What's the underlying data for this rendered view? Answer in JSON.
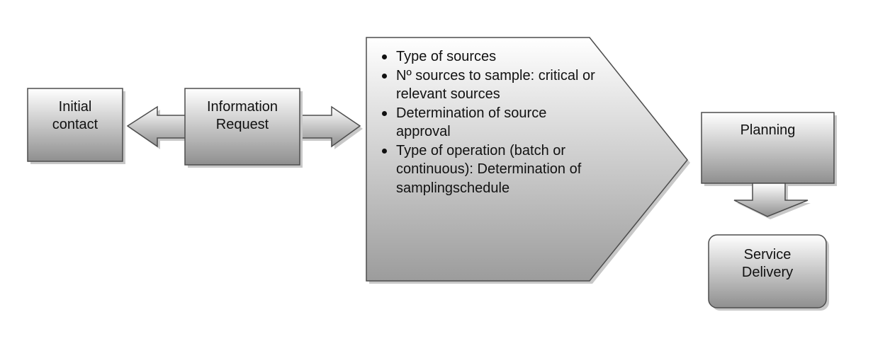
{
  "nodes": {
    "initial_contact": {
      "lines": [
        "Initial",
        "contact"
      ]
    },
    "information_request": {
      "lines": [
        "Information",
        "Request"
      ]
    },
    "planning": {
      "lines": [
        "Planning"
      ]
    },
    "service_delivery": {
      "lines": [
        "Service",
        "Delivery"
      ]
    }
  },
  "requirements": [
    "Type of sources",
    "Nº sources to sample: critical or relevant sources",
    "Determination of source approval",
    "Type of operation (batch or continuous): Determination of samplingschedule"
  ]
}
